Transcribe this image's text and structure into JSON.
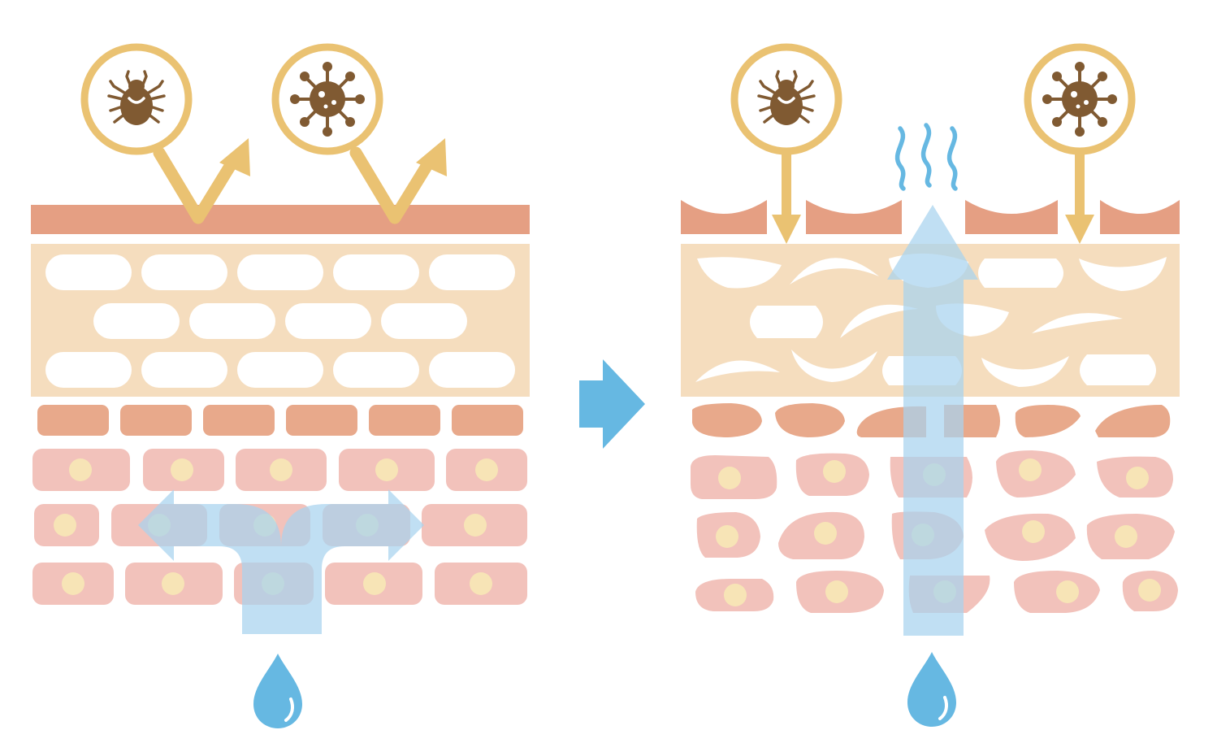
{
  "diagram": {
    "panels": [
      {
        "state": "healthy",
        "barrier": "intact",
        "allergens": [
          "mite-icon",
          "virus-icon"
        ],
        "allergen_behavior": "deflected",
        "moisture": "retained"
      },
      {
        "state": "damaged",
        "barrier": "broken",
        "allergens": [
          "mite-icon",
          "virus-icon"
        ],
        "allergen_behavior": "penetrating",
        "moisture": "escaping"
      }
    ],
    "transition_icon": "right-arrow-icon",
    "colors": {
      "barrier": "#E59F83",
      "cell": "#E8A98B",
      "lipid": "#F5DDBE",
      "living_cell": "#F2C2BB",
      "nucleus": "#F7E4B6",
      "allergen_ring": "#EAC272",
      "allergen_fill": "#805A32",
      "water": "#66B8E2",
      "water_arrow": "#A7D2EE"
    }
  }
}
